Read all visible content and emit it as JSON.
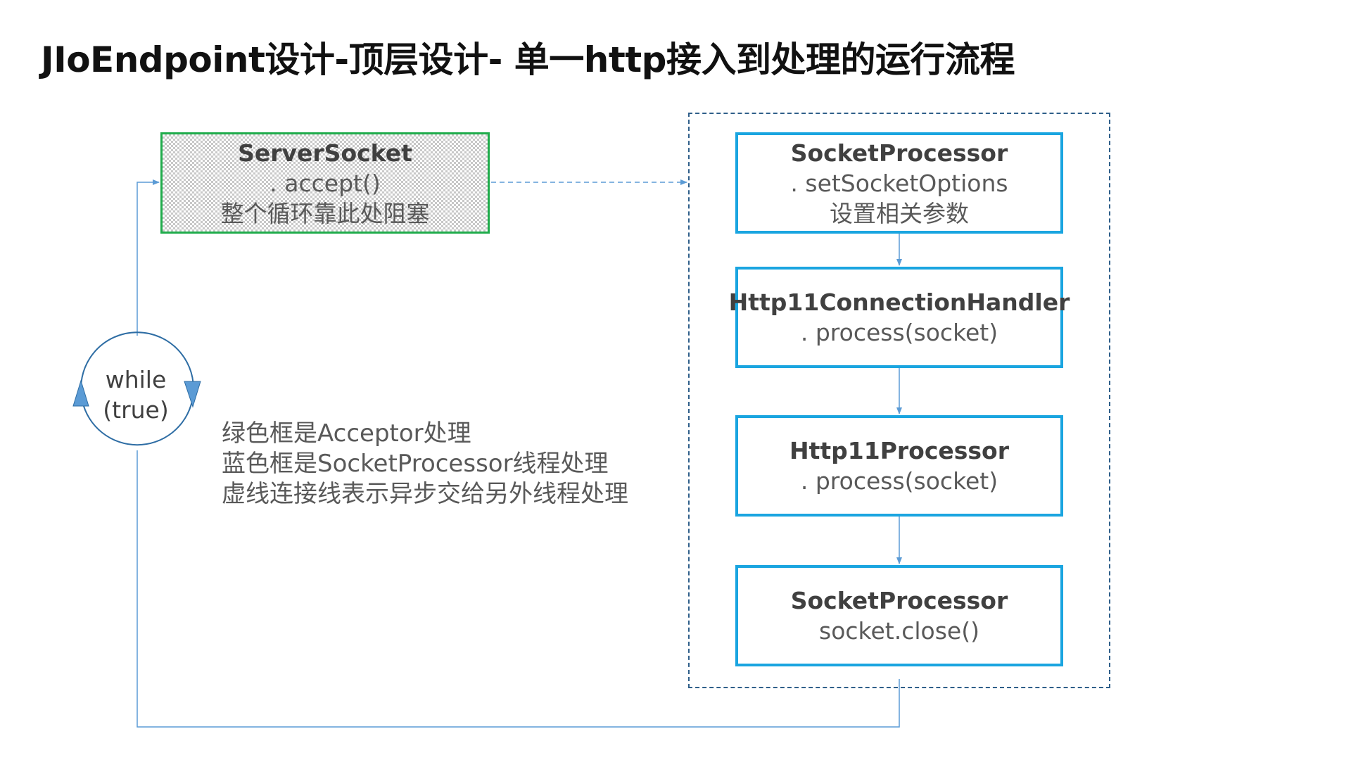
{
  "title": "JIoEndpoint设计-顶层设计- 单一http接入到处理的运行流程",
  "acceptor": {
    "name": "ServerSocket",
    "method": ". accept()",
    "note": "整个循环靠此处阻塞"
  },
  "loop": {
    "line1": "while",
    "line2": "(true)"
  },
  "workers": [
    {
      "name": "SocketProcessor",
      "method": ". setSocketOptions",
      "note": "设置相关参数"
    },
    {
      "name": "Http11ConnectionHandler",
      "method": ". process(socket)"
    },
    {
      "name": "Http11Processor",
      "method": ". process(socket)"
    },
    {
      "name": "SocketProcessor",
      "method": "socket.close()"
    }
  ],
  "legend": {
    "line1": "绿色框是Acceptor处理",
    "line2": "蓝色框是SocketProcessor线程处理",
    "line3": "虚线连接线表示异步交给另外线程处理"
  },
  "colors": {
    "acceptor_border": "#1fac4b",
    "worker_border": "#1aa5e0",
    "group_border": "#2f5f8a",
    "connector": "#5b9bd5"
  }
}
